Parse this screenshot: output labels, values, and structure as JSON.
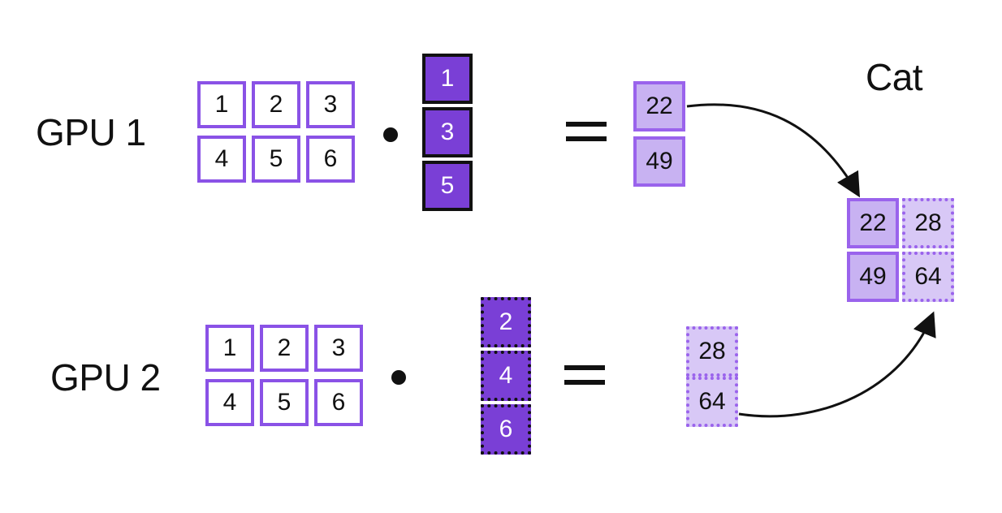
{
  "labels": {
    "gpu1": "GPU 1",
    "gpu2": "GPU 2",
    "concat": "Cat"
  },
  "gpu1": {
    "matrix": [
      [
        "1",
        "2",
        "3"
      ],
      [
        "4",
        "5",
        "6"
      ]
    ],
    "vector": [
      "1",
      "3",
      "5"
    ],
    "result": [
      "22",
      "49"
    ]
  },
  "gpu2": {
    "matrix": [
      [
        "1",
        "2",
        "3"
      ],
      [
        "4",
        "5",
        "6"
      ]
    ],
    "vector": [
      "2",
      "4",
      "6"
    ],
    "result": [
      "28",
      "64"
    ]
  },
  "concat_result": [
    [
      "22",
      "28"
    ],
    [
      "49",
      "64"
    ]
  ],
  "colors": {
    "purple_border": "#8a52e6",
    "dark_purple_fill": "#7a3fd6",
    "light_purple_fill": "#c8b2f2",
    "text_dark": "#111111",
    "text_light": "#ffffff"
  }
}
